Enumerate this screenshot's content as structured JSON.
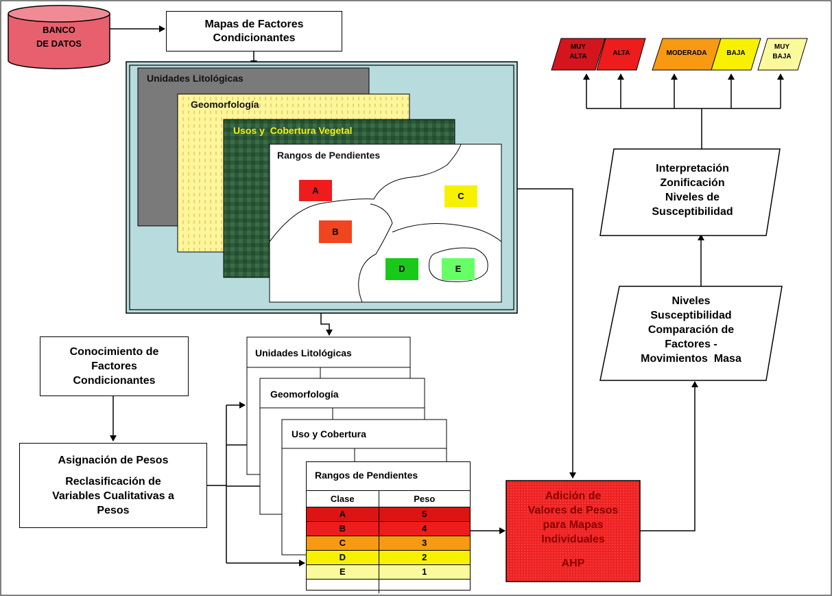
{
  "database": {
    "line1": "BANCO",
    "line2": "DE DATOS"
  },
  "maps_factors": {
    "line1": "Mapas de Factores",
    "line2": "Condicionantes"
  },
  "map_layers": {
    "lithology": "Unidades Litológicas",
    "geomorphology": "Geomorfología",
    "land_use": "Usos y  Cobertura Vegetal",
    "slopes": "Rangos de Pendientes"
  },
  "slope_zones": [
    "A",
    "B",
    "C",
    "D",
    "E"
  ],
  "knowledge": {
    "line1": "Conocimiento de",
    "line2": "Factores",
    "line3": "Condicionantes"
  },
  "weights": {
    "title": "Asignación de Pesos",
    "line1": "Reclasificación de",
    "line2": "Variables Cualitativas a",
    "line3": "Pesos"
  },
  "reclass_pages": {
    "lithology": "Unidades Litológicas",
    "geomorphology": "Geomorfología",
    "land_use": "Uso y Cobertura",
    "slopes": "Rangos de Pendientes"
  },
  "weight_table": {
    "headers": [
      "Clase",
      "Peso"
    ],
    "rows": [
      {
        "clase": "A",
        "peso": "5",
        "color": "#dc1414"
      },
      {
        "clase": "B",
        "peso": "4",
        "color": "#ee1c1c"
      },
      {
        "clase": "C",
        "peso": "3",
        "color": "#f79a12"
      },
      {
        "clase": "D",
        "peso": "2",
        "color": "#f7f100"
      },
      {
        "clase": "E",
        "peso": "1",
        "color": "#fafa9c"
      }
    ]
  },
  "addition": {
    "line1": "Adición de",
    "line2": "Valores de Pesos",
    "line3": "para Mapas",
    "line4": "Individuales",
    "line5": "AHP"
  },
  "levels": {
    "line1": "Niveles",
    "line2": "Susceptibilidad",
    "line3": "Comparación de",
    "line4": "Factores -",
    "line5": "Movimientos  Masa"
  },
  "interpretation": {
    "line1": "Interpretación",
    "line2": "Zonificación",
    "line3": "Niveles de",
    "line4": "Susceptibilidad"
  },
  "classes": [
    {
      "line1": "MUY",
      "line2": "ALTA",
      "color": "#d4151e"
    },
    {
      "line1": "ALTA",
      "line2": "",
      "color": "#ee1c1c"
    },
    {
      "line1": "MODERADA",
      "line2": "",
      "color": "#f79a12"
    },
    {
      "line1": "BAJA",
      "line2": "",
      "color": "#f7f100"
    },
    {
      "line1": "MUY",
      "line2": "BAJA",
      "color": "#fafa9c"
    }
  ],
  "colors": {
    "database": "#e8606e",
    "frame_bg": "#b8dcde",
    "lithology": "#7a7a7a",
    "geomorph": "#fff59a",
    "vegetation": "#2c5a3a",
    "zone_A": "#ee1c1c",
    "zone_B": "#f0451f",
    "zone_C": "#f7f100",
    "zone_D": "#19c919",
    "zone_E": "#66ff66",
    "addition_bg": "#ee2222"
  }
}
